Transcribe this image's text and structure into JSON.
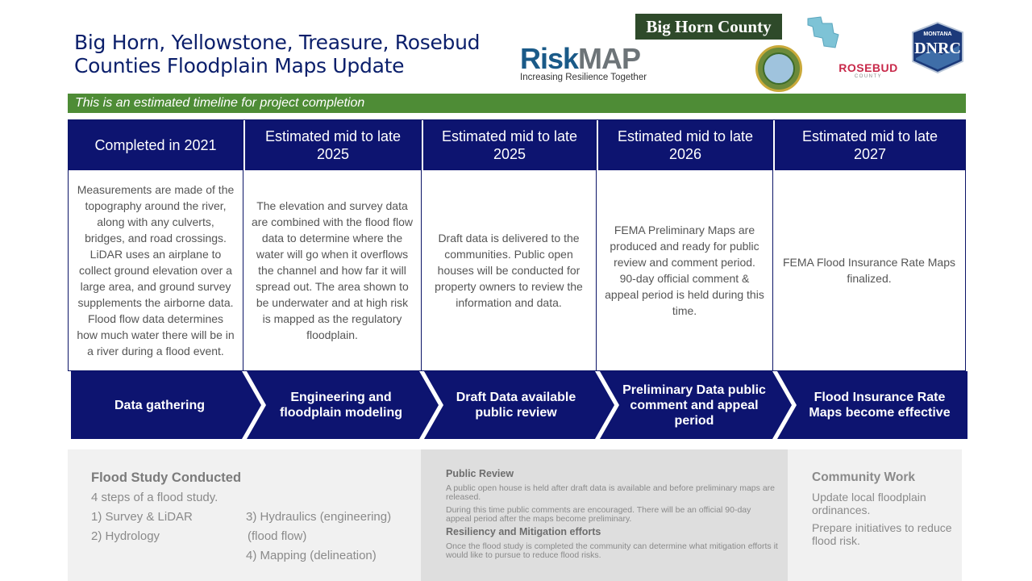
{
  "title": "Big Horn, Yellowstone, Treasure, Rosebud Counties Floodplain Maps Update",
  "logos": {
    "riskmap_risk": "Risk",
    "riskmap_map": "MAP",
    "riskmap_tagline": "Increasing Resilience Together",
    "bighorn": "Big Horn County",
    "rosebud": "ROSEBUD",
    "rosebud_sub": "COUNTY",
    "dnrc_top": "MONTANA",
    "dnrc": "DNRC",
    "yellowstone_icon": "yellowstone-county-seal-icon",
    "treasure_icon": "treasure-county-map-icon"
  },
  "banner": "This is an estimated timeline for project completion",
  "columns": [
    {
      "heading": "Completed in 2021",
      "body": "Measurements are made of the topography around the river, along with any culverts, bridges, and road crossings. LiDAR uses an airplane to collect ground elevation over a large area, and ground survey supplements the airborne data. Flood flow data determines how much water there will be in a river during a flood event."
    },
    {
      "heading": "Estimated mid to late 2025",
      "body": "The elevation and survey data are combined with the flood flow data to determine where the water will go when it overflows the channel and how far it will spread out. The area shown to be underwater and at high risk is mapped as the regulatory floodplain."
    },
    {
      "heading": "Estimated mid to late 2025",
      "body": "Draft data is delivered to the communities. Public open houses will be conducted for property owners to review the information and data."
    },
    {
      "heading": "Estimated mid to late 2026",
      "body": "FEMA Preliminary Maps are produced and ready for public review and comment period. 90-day official comment & appeal period is held during this time."
    },
    {
      "heading": "Estimated mid to late 2027",
      "body": "FEMA Flood Insurance Rate Maps finalized."
    }
  ],
  "phases": [
    "Data gathering",
    "Engineering and floodplain modeling",
    "Draft Data available public review",
    "Preliminary Data public comment and appeal period",
    "Flood Insurance Rate Maps become effective"
  ],
  "flood_study": {
    "title": "Flood Study Conducted",
    "subtitle": "4 steps of a flood study.",
    "step1": "1)   Survey & LiDAR",
    "step2": "2)   Hydrology",
    "step3": "3) Hydraulics (engineering)",
    "step3b": "(flood flow)",
    "step4": "4) Mapping (delineation)"
  },
  "public_review": {
    "heading": "Public Review",
    "text1": "A public open house is held after draft data is available and before preliminary maps are released.",
    "text2": "During this time public comments are encouraged. There will be an official 90-day appeal period after the maps become preliminary.",
    "heading2": "Resiliency and Mitigation efforts",
    "text3": "Once the flood study is completed the community can determine what mitigation efforts it would like to pursue to reduce flood risks."
  },
  "community_work": {
    "title": "Community Work",
    "text1": "Update local floodplain ordinances.",
    "text2": "Prepare initiatives to reduce flood risk."
  },
  "colors": {
    "navy": "#0d1470",
    "green": "#4e8c36",
    "title": "#0b1f6b"
  }
}
